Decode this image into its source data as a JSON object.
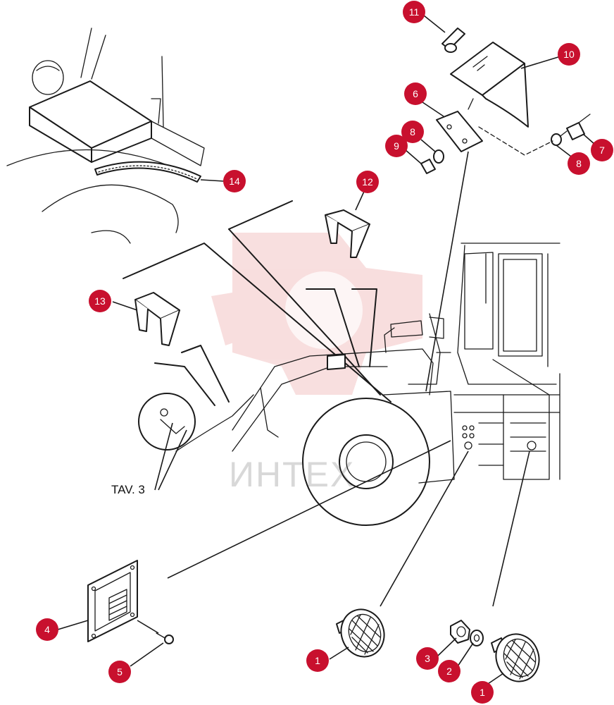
{
  "reference_label": "TAV. 3",
  "watermark_text": "ИНТЕХ",
  "callout_color": "#c8102e",
  "callouts": [
    {
      "id": "c11",
      "label": "11"
    },
    {
      "id": "c10",
      "label": "10"
    },
    {
      "id": "c6",
      "label": "6"
    },
    {
      "id": "c8a",
      "label": "8"
    },
    {
      "id": "c9",
      "label": "9"
    },
    {
      "id": "c7",
      "label": "7"
    },
    {
      "id": "c8b",
      "label": "8"
    },
    {
      "id": "c14",
      "label": "14"
    },
    {
      "id": "c12",
      "label": "12"
    },
    {
      "id": "c13",
      "label": "13"
    },
    {
      "id": "c4",
      "label": "4"
    },
    {
      "id": "c5",
      "label": "5"
    },
    {
      "id": "c1a",
      "label": "1"
    },
    {
      "id": "c3",
      "label": "3"
    },
    {
      "id": "c2",
      "label": "2"
    },
    {
      "id": "c1b",
      "label": "1"
    }
  ]
}
